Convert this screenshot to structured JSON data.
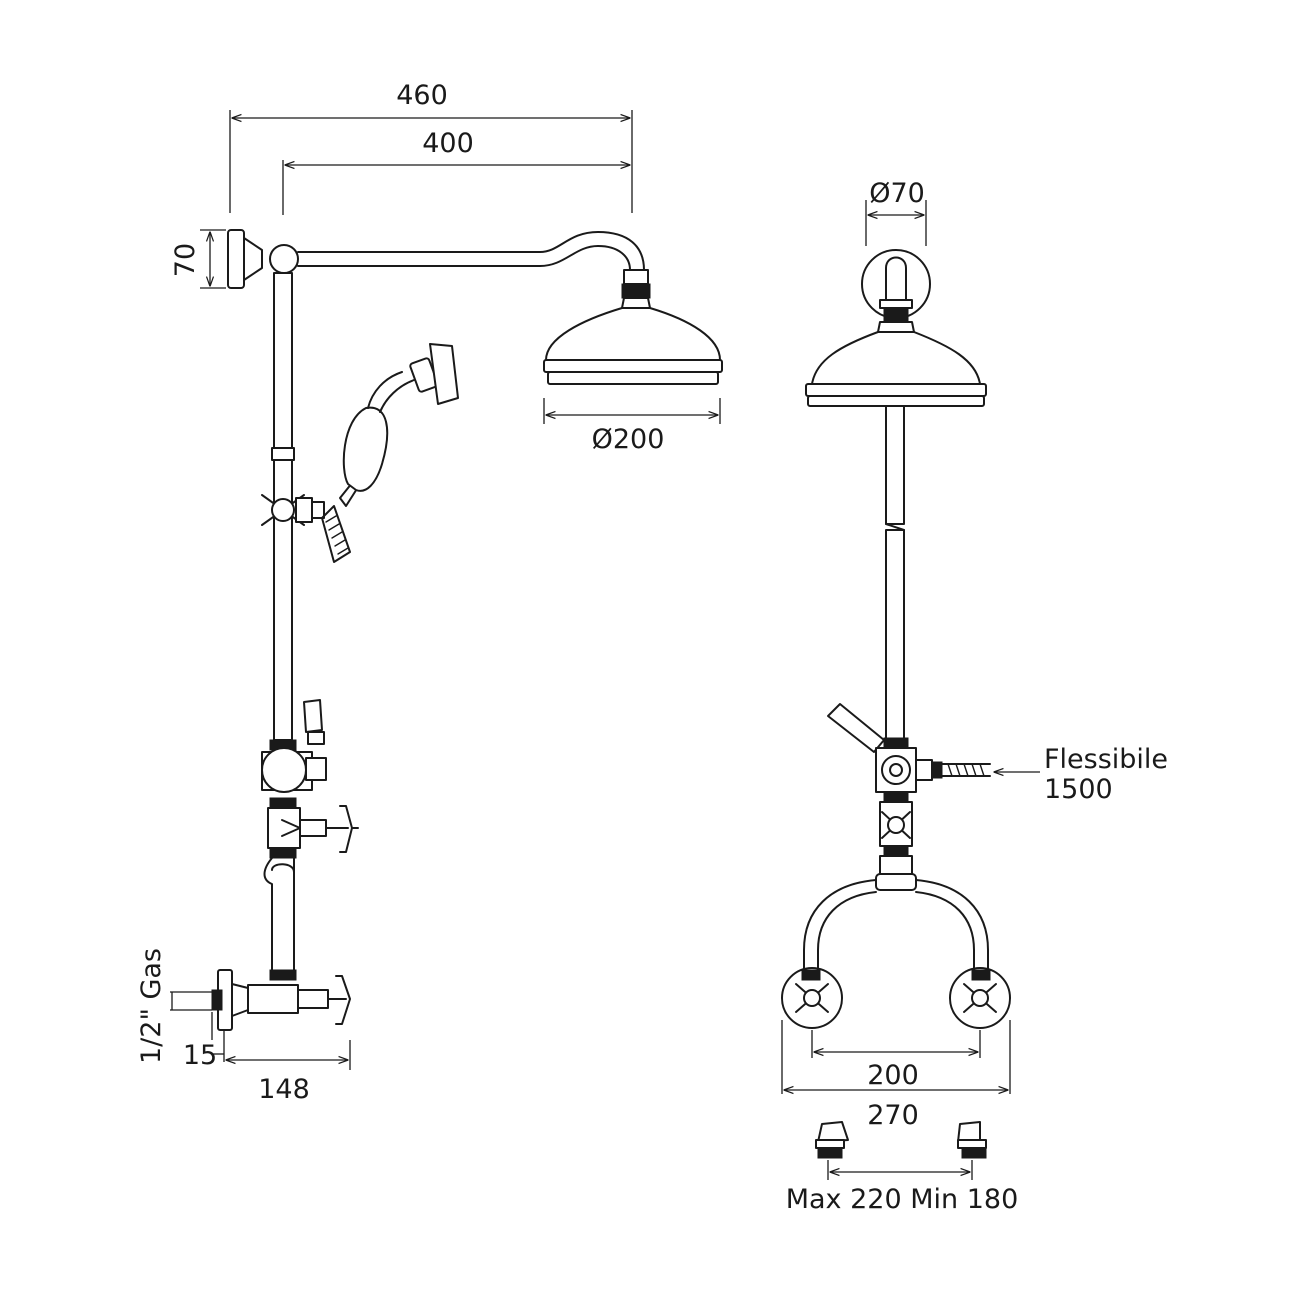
{
  "labels": {
    "dim_460": "460",
    "dim_400": "400",
    "dim_70": "70",
    "dim_dia200": "Ø200",
    "dim_dia70": "Ø70",
    "dim_gas": "1/2\" Gas",
    "dim_15": "15",
    "dim_148": "148",
    "hose_name": "Flessibile",
    "hose_length": "1500",
    "dim_200": "200",
    "dim_270": "270",
    "dim_range": "Max 220 Min 180"
  }
}
